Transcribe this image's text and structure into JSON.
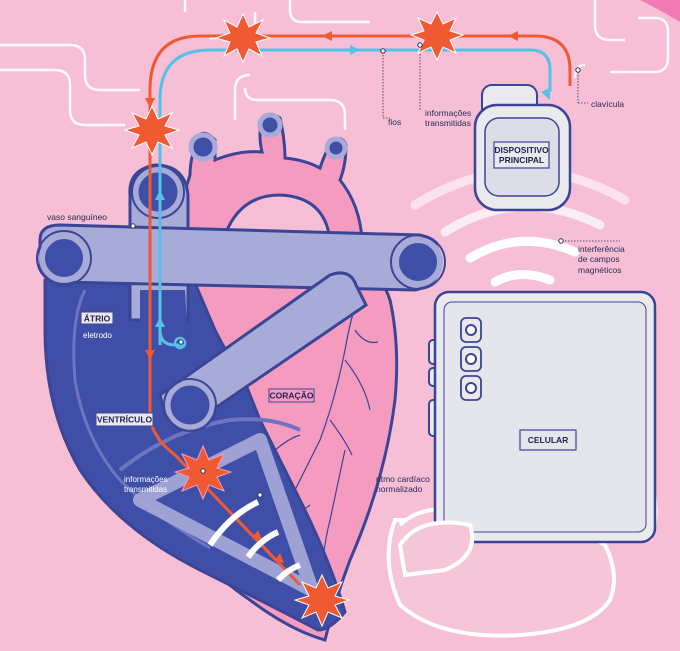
{
  "labels": {
    "fios": "fios",
    "informacoes_top_1": "informações",
    "informacoes_top_2": "transmitidas",
    "clavicula": "clavícula",
    "dispositivo_1": "DISPOSITIVO",
    "dispositivo_2": "PRINCIPAL",
    "vaso": "vaso sanguíneo",
    "interferencia_1": "interferência",
    "interferencia_2": "de campos",
    "interferencia_3": "magnéticos",
    "atrio": "ÁTRIO",
    "eletrodo": "eletrodo",
    "ventriculo": "VENTRÍCULO",
    "coracao": "CORAÇÃO",
    "informacoes_bottom_1": "informações",
    "informacoes_bottom_2": "transmitidas",
    "ritmo_1": "ritmo cardíaco",
    "ritmo_2": "normalizado",
    "celular": "CELULAR"
  },
  "colors": {
    "background": "#f6bfd6",
    "heart_pink": "#f59bbf",
    "heart_outline": "#3b4596",
    "vessel": "#a8aad8",
    "ventricle_dark": "#3f4fa8",
    "wire_orange": "#f05a32",
    "wire_blue": "#55c0e8",
    "device_fill": "#e9e9ee"
  }
}
